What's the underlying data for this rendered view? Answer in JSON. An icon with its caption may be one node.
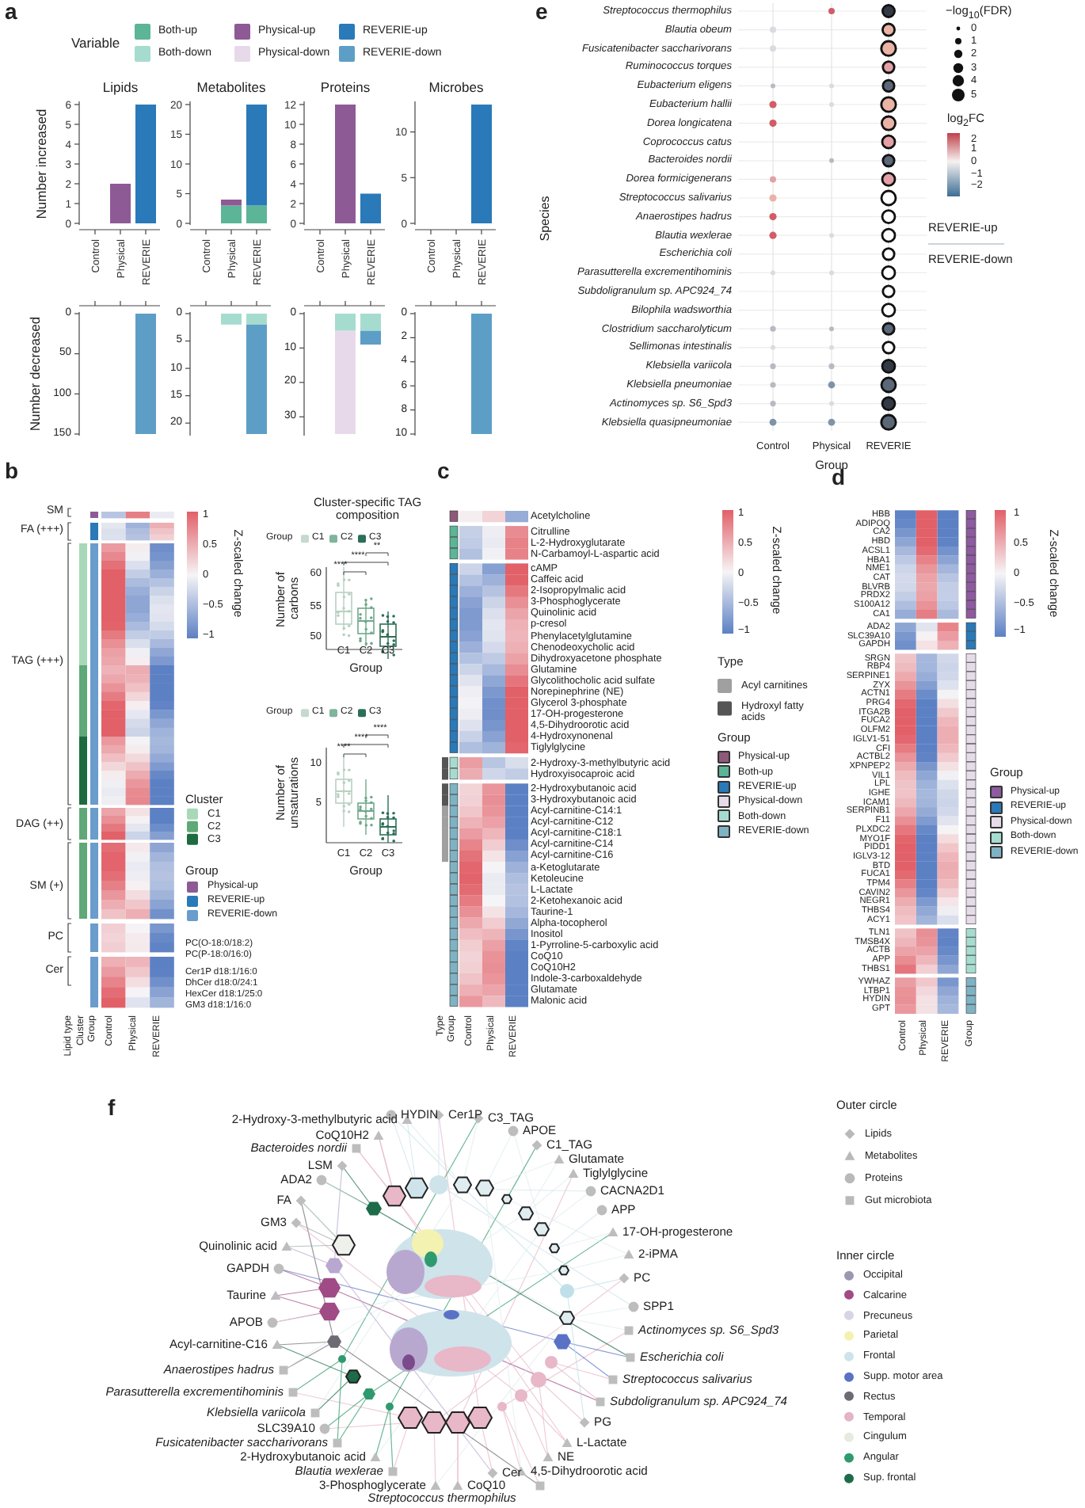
{
  "diagram": {
    "labels": [
      "a",
      "Variable",
      "Number decreased",
      "0",
      "50",
      "100",
      "150",
      "0",
      "5",
      "10",
      "15",
      "20",
      "0",
      "10",
      "20",
      "30",
      "0",
      "2",
      "4",
      "6",
      "8",
      "10",
      "b",
      "SM",
      "FA (+++)",
      "TAG (+++)",
      "DAG (++)",
      "SM (+)",
      "PC",
      "Cer",
      "PC(O-18:0/18:2)",
      "PC(P-18:0/16:0)",
      "Cer1P d18:1/16:0",
      "DhCer d18:0/24:1",
      "HexCer d18:1/25:0",
      "GM3 d18:1/16:0",
      "Lipid type",
      "Cluster",
      "Group",
      "Control",
      "Physical",
      "REVERIE",
      "1",
      "0.5",
      "0",
      "−0.5",
      "−1",
      "Z-scaled change",
      "Cluster",
      "Group",
      "Cluster-specific TAG composition",
      "Group",
      "Number of carbons",
      "60",
      "55",
      "50",
      "**",
      "****",
      "****",
      "C1",
      "C2",
      "C3",
      "Group",
      "Group",
      "Number of unsaturations",
      "10",
      "5",
      "****",
      "****",
      "****",
      "C1",
      "C2",
      "C3",
      "Group",
      "c",
      "Acetylcholine",
      "Citrulline",
      "L-2-Hydroxyglutarate",
      "N-Carbamoyl-L-aspartic acid",
      "cAMP",
      "Caffeic acid",
      "2-Isopropylmalic acid",
      "3-Phosphoglycerate",
      "Quinolinic acid",
      "p-cresol",
      "Phenylacetylglutamine",
      "Chenodeoxycholic acid",
      "Dihydroxyacetone phosphate",
      "Glutamine",
      "Glycolithocholic acid sulfate",
      "Norepinephrine (NE)",
      "Glycerol 3-phosphate",
      "17-OH-progesterone",
      "4,5-Dihydroorotic acid",
      "4-Hydroxynonenal",
      "Tiglylglycine",
      "2-Hydroxy-3-methylbutyric acid",
      "Hydroxyisocaproic acid",
      "2-Hydroxybutanoic acid",
      "3-Hydroxybutanoic acid",
      "Acyl-carnitine-C14:1",
      "Acyl-carnitine-C12",
      "Acyl-carnitine-C18:1",
      "Acyl-carnitine-C14",
      "Acyl-carnitine-C16",
      "a-Ketoglutarate",
      "Ketoleucine",
      "L-Lactate",
      "2-Ketohexanoic acid",
      "Taurine-1",
      "Alpha-tocopherol",
      "Inositol",
      "1-Pyrroline-5-carboxylic acid",
      "CoQ10",
      "CoQ10H2",
      "Indole-3-carboxaldehyde",
      "Glutamate",
      "Malonic acid",
      "Type",
      "Group",
      "Control",
      "Physical",
      "REVERIE",
      "1",
      "0.5",
      "0",
      "−0.5",
      "−1",
      "Z-scaled change",
      "Type",
      "Group",
      "d",
      "HBB",
      "ADIPOQ",
      "CA2",
      "HBD",
      "ACSL1",
      "HBA1",
      "NME1",
      "CAT",
      "BLVRB",
      "PRDX2",
      "S100A12",
      "CA1",
      "ADA2",
      "SLC39A10",
      "GAPDH",
      "SRGN",
      "RBP4",
      "SERPINE1",
      "ZYX",
      "ACTN1",
      "PRG4",
      "ITGA2B",
      "FUCA2",
      "OLFM2",
      "IGLV1-51",
      "CFI",
      "ACTBL2",
      "XPNPEP2",
      "VIL1",
      "LPL",
      "IGHE",
      "ICAM1",
      "SERPINB1",
      "F11",
      "PLXDC2",
      "MYO1F",
      "PIDD1",
      "IGLV3-12",
      "BTD",
      "FUCA1",
      "TPM4",
      "CAVIN2",
      "NEGR1",
      "THBS4",
      "ACY1",
      "TLN1",
      "TMSB4X",
      "ACTB",
      "APP",
      "THBS1",
      "YWHAZ",
      "LTBP1",
      "HYDIN",
      "GPT",
      "Control",
      "Physical",
      "REVERIE",
      "Group",
      "1",
      "0.5",
      "0",
      "−0.5",
      "−1",
      "Z-scaled change",
      "Group",
      "e",
      "Streptococcus thermophilus",
      "Blautia obeum",
      "Fusicatenibacter saccharivorans",
      "Ruminococcus torques",
      "Eubacterium eligens",
      "Eubacterium hallii",
      "Dorea longicatena",
      "Coprococcus catus",
      "Bacteroides nordii",
      "Dorea formicigenerans",
      "Streptococcus salivarius",
      "Anaerostipes hadrus",
      "Blautia wexlerae",
      "Escherichia coli",
      "Parasutterella excrementihominis",
      "Subdoligranulum sp. APC924_74",
      "Bilophila wadsworthia",
      "Clostridium saccharolyticum",
      "Sellimonas intestinalis",
      "Klebsiella variicola",
      "Klebsiella pneumoniae",
      "Actinomyces sp. S6_Spd3",
      "Klebsiella quasipneumoniae",
      "Species",
      "Control",
      "Physical",
      "REVERIE",
      "Group",
      "−log$_{10}$(FDR)",
      "0",
      "1",
      "2",
      "3",
      "4",
      "5",
      "log$_{2}$FC",
      "2",
      "1",
      "0",
      "−1",
      "−2",
      "REVERIE-up",
      "REVERIE-down",
      "f",
      "2-Hydroxy-3-methylbutyric acid",
      "HYDIN",
      "Cer1P",
      "C3_TAG",
      "CoQ10H2",
      "APOE",
      "Bacteroides nordii",
      "C1_TAG",
      "LSM",
      "Glutamate",
      "ADA2",
      "Tiglylglycine",
      "FA",
      "CACNA2D1",
      "APP",
      "GM3",
      "17-OH-progesterone",
      "Quinolinic acid",
      "2-iPMA",
      "GAPDH",
      "PC",
      "Taurine",
      "SPP1",
      "APOB",
      "Actinomyces sp. S6_Spd3",
      "Acyl-carnitine-C16",
      "Escherichia coli",
      "Anaerostipes hadrus",
      "Streptococcus salivarius",
      "Parasutterella excrementihominis",
      "Subdoligranulum sp. APC924_74",
      "Klebsiella variicola",
      "PG",
      "SLC39A10",
      "Fusicatenibacter saccharivorans",
      "L-Lactate",
      "2-Hydroxybutanoic acid",
      "NE",
      "Blautia wexlerae",
      "Cer",
      "4,5-Dihydroorotic acid",
      "3-Phosphoglycerate",
      "CoQ10",
      "Streptococcus thermophilus",
      "Outer circle",
      "Inner circle"
    ],
    "legend": [
      {
        "text": "Both-up",
        "color": "#5bb596"
      },
      {
        "text": "Both-down",
        "color": "#a6dccf"
      },
      {
        "text": "Physical-up",
        "color": "#8e5a96"
      },
      {
        "text": "Physical-down",
        "color": "#e8d9ea"
      },
      {
        "text": "REVERIE-up",
        "color": "#2a79b8"
      },
      {
        "text": "REVERIE-down",
        "color": "#5d9ec6"
      },
      {
        "text": "C1",
        "color": "#a8d8b9"
      },
      {
        "text": "C2",
        "color": "#5fa877"
      },
      {
        "text": "C3",
        "color": "#1e6b3f"
      },
      {
        "text": "Physical-up",
        "color": "#8e5a96"
      },
      {
        "text": "REVERIE-up",
        "color": "#2a79b8"
      },
      {
        "text": "REVERIE-down",
        "color": "#6a9ccc"
      },
      {
        "text": "C1",
        "color": "#c5d9cc"
      },
      {
        "text": "C2",
        "color": "#7fb59a"
      },
      {
        "text": "C3",
        "color": "#2c6e56"
      },
      {
        "text": "C1",
        "color": "#c5d9cc"
      },
      {
        "text": "C2",
        "color": "#7fb59a"
      },
      {
        "text": "C3",
        "color": "#2c6e56"
      },
      {
        "text": "Acyl carnitines",
        "color": "#a0a0a0"
      },
      {
        "text": "Hydroxyl fatty acids",
        "color": "#555555"
      },
      {
        "text": "Physical-up",
        "color": "#8e5a7a"
      },
      {
        "text": "Both-up",
        "color": "#5bb596"
      },
      {
        "text": "REVERIE-up",
        "color": "#2a79b8"
      },
      {
        "text": "Physical-down",
        "color": "#e5dbe9"
      },
      {
        "text": "Both-down",
        "color": "#a6dccf"
      },
      {
        "text": "REVERIE-down",
        "color": "#7fb3c4"
      },
      {
        "text": "Physical-up",
        "color": "#8e5aa0"
      },
      {
        "text": "REVERIE-up",
        "color": "#2a79b8"
      },
      {
        "text": "Physical-down",
        "color": "#e5dbe9"
      },
      {
        "text": "Both-down",
        "color": "#a6dccf"
      },
      {
        "text": "REVERIE-down",
        "color": "#7fb3c4"
      },
      {
        "text": "Lipids"
      },
      {
        "text": "Metabolites"
      },
      {
        "text": "Proteins"
      },
      {
        "text": "Gut microbiota"
      },
      {
        "text": "Occipital",
        "color": "#9a98b0"
      },
      {
        "text": "Calcarine",
        "color": "#a04a86"
      },
      {
        "text": "Precuneus",
        "color": "#d8d4e4"
      },
      {
        "text": "Parietal",
        "color": "#f4f2b0"
      },
      {
        "text": "Frontal",
        "color": "#cfe3ea"
      },
      {
        "text": "Supp. motor area",
        "color": "#5a72c4"
      },
      {
        "text": "Rectus",
        "color": "#6e6a74"
      },
      {
        "text": "Temporal",
        "color": "#e3b4c8"
      },
      {
        "text": "Cingulum",
        "color": "#e6ebe0"
      },
      {
        "text": "Angular",
        "color": "#2f9a6e"
      },
      {
        "text": "Sup. frontal",
        "color": "#1e6b4a"
      }
    ],
    "chart_data": [
      {
        "type": "bar",
        "title": "Lipids",
        "ylabel": "Number increased",
        "categories": [
          "Control",
          "Physical",
          "REVERIE"
        ],
        "series": [
          {
            "color": "#8e5a96",
            "values": [
              0,
              2,
              0
            ]
          },
          {
            "color": "#2a79b8",
            "values": [
              0,
              0,
              6
            ]
          }
        ],
        "ylim": [
          0,
          6
        ],
        "yticks": [
          0,
          1,
          2,
          3,
          4,
          5,
          6
        ],
        "stacked": true
      },
      {
        "type": "bar",
        "title": "Metabolites",
        "categories": [
          "Control",
          "Physical",
          "REVERIE"
        ],
        "series": [
          {
            "color": "#5bb596",
            "values": [
              0,
              3,
              3
            ]
          },
          {
            "color": "#8e5a96",
            "values": [
              0,
              1,
              0
            ]
          },
          {
            "color": "#2a79b8",
            "values": [
              0,
              0,
              17
            ]
          }
        ],
        "ylim": [
          0,
          20
        ],
        "yticks": [
          0,
          5,
          10,
          15,
          20
        ],
        "stacked": true
      },
      {
        "type": "bar",
        "title": "Proteins",
        "categories": [
          "Control",
          "Physical",
          "REVERIE"
        ],
        "series": [
          {
            "color": "#8e5a96",
            "values": [
              0,
              12,
              0
            ]
          },
          {
            "color": "#2a79b8",
            "values": [
              0,
              0,
              3
            ]
          }
        ],
        "ylim": [
          0,
          12
        ],
        "yticks": [
          0,
          2,
          4,
          6,
          8,
          10,
          12
        ],
        "stacked": true
      },
      {
        "type": "bar",
        "title": "Microbes",
        "categories": [
          "Control",
          "Physical",
          "REVERIE"
        ],
        "series": [
          {
            "color": "#2a79b8",
            "values": [
              0,
              0,
              13
            ]
          }
        ],
        "ylim": [
          0,
          13
        ],
        "yticks": [
          0,
          5,
          10
        ],
        "stacked": true
      }
    ]
  }
}
